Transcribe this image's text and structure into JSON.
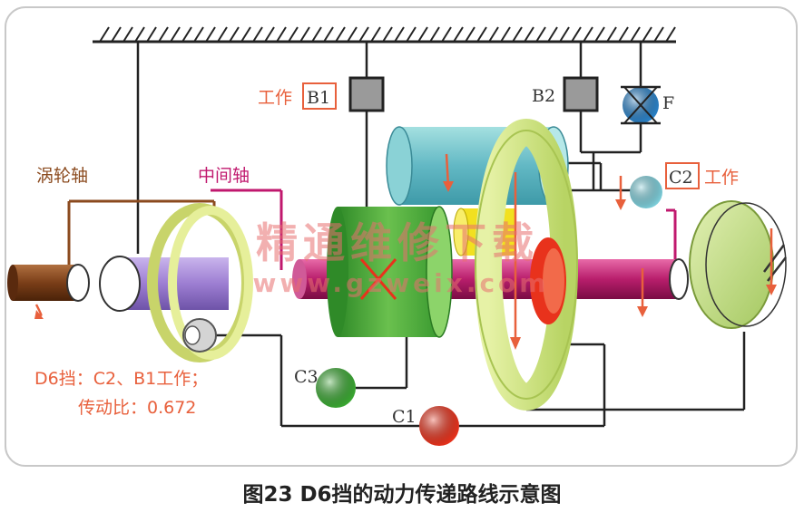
{
  "labels": {
    "turbine_shaft": "涡轮轴",
    "intermediate_shaft": "中间轴",
    "b1_prefix": "工作",
    "b1": "B1",
    "b2": "B2",
    "f": "F",
    "c2": "C2",
    "c2_suffix": "工作",
    "c3": "C3",
    "c1": "C1",
    "note_line1": "D6挡：C2、B1工作；",
    "note_line2": "传动比：0.672"
  },
  "watermark": {
    "line1": "精通维修下载",
    "line2": "www.gzweix.com"
  },
  "caption": "图23 D6挡的动力传递路线示意图",
  "colors": {
    "frame": "#cccccc",
    "active_text": "#e8603c",
    "power_path": "#c0186e",
    "turbine_path": "#8b4a1e",
    "clutch_active": "#e8321c",
    "clutch_green": "#3aa832",
    "clutch_c2": "#7ed0dc",
    "gear_green": "#49a33a",
    "ring_gear": "#d4e88a",
    "sun_yellow": "#f2e020",
    "cylinder_cyan": "#6fc8c8",
    "purple_drum": "#a98cd8",
    "output_drum": "#c6e08a",
    "brake_gray": "#9a9a9a",
    "freewheel_blue": "#2a82c8",
    "watermark": "#e87070"
  }
}
